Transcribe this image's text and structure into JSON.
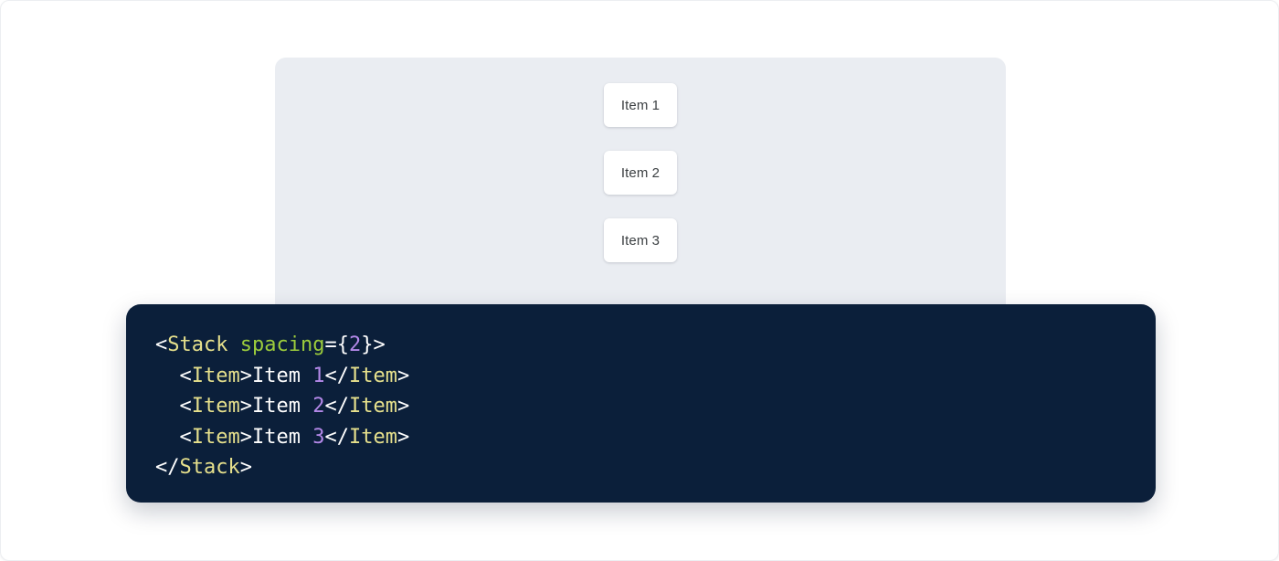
{
  "preview": {
    "panel_bg": "#eaedf2",
    "stack": {
      "spacing": 2,
      "items": [
        {
          "label": "Item 1"
        },
        {
          "label": "Item 2"
        },
        {
          "label": "Item 3"
        }
      ]
    }
  },
  "code": {
    "background": "#0b1f3a",
    "language": "jsx",
    "colors": {
      "punctuation": "#ffffff",
      "tag": "#e6e08c",
      "attribute": "#9ccc3c",
      "number": "#b388e8",
      "text": "#ffffff"
    },
    "lines": [
      {
        "indent": "",
        "tokens": [
          {
            "t": "punct",
            "v": "<"
          },
          {
            "t": "tag",
            "v": "Stack"
          },
          {
            "t": "punct",
            "v": " "
          },
          {
            "t": "attr",
            "v": "spacing"
          },
          {
            "t": "punct",
            "v": "={"
          },
          {
            "t": "num",
            "v": "2"
          },
          {
            "t": "punct",
            "v": "}>"
          }
        ]
      },
      {
        "indent": "  ",
        "tokens": [
          {
            "t": "punct",
            "v": "<"
          },
          {
            "t": "tag",
            "v": "Item"
          },
          {
            "t": "punct",
            "v": ">"
          },
          {
            "t": "text",
            "v": "Item "
          },
          {
            "t": "num",
            "v": "1"
          },
          {
            "t": "punct",
            "v": "</"
          },
          {
            "t": "tag",
            "v": "Item"
          },
          {
            "t": "punct",
            "v": ">"
          }
        ]
      },
      {
        "indent": "  ",
        "tokens": [
          {
            "t": "punct",
            "v": "<"
          },
          {
            "t": "tag",
            "v": "Item"
          },
          {
            "t": "punct",
            "v": ">"
          },
          {
            "t": "text",
            "v": "Item "
          },
          {
            "t": "num",
            "v": "2"
          },
          {
            "t": "punct",
            "v": "</"
          },
          {
            "t": "tag",
            "v": "Item"
          },
          {
            "t": "punct",
            "v": ">"
          }
        ]
      },
      {
        "indent": "  ",
        "tokens": [
          {
            "t": "punct",
            "v": "<"
          },
          {
            "t": "tag",
            "v": "Item"
          },
          {
            "t": "punct",
            "v": ">"
          },
          {
            "t": "text",
            "v": "Item "
          },
          {
            "t": "num",
            "v": "3"
          },
          {
            "t": "punct",
            "v": "</"
          },
          {
            "t": "tag",
            "v": "Item"
          },
          {
            "t": "punct",
            "v": ">"
          }
        ]
      },
      {
        "indent": "",
        "tokens": [
          {
            "t": "punct",
            "v": "</"
          },
          {
            "t": "tag",
            "v": "Stack"
          },
          {
            "t": "punct",
            "v": ">"
          }
        ]
      }
    ]
  }
}
